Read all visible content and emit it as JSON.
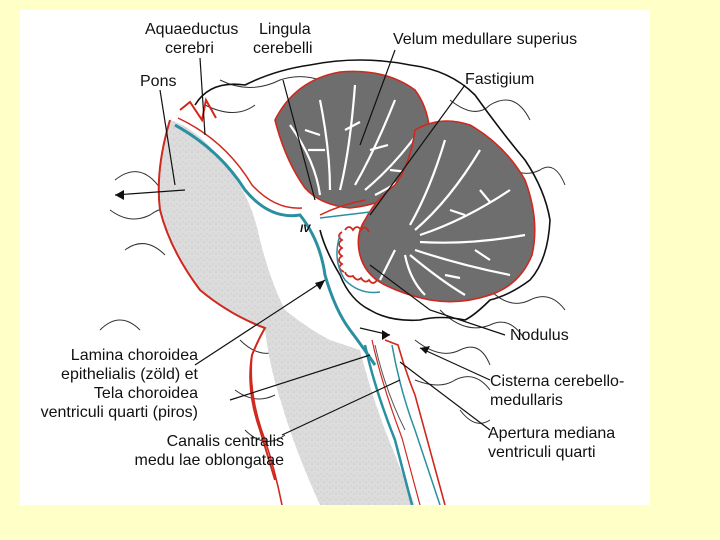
{
  "labels": {
    "aquaeductus": [
      "Aquaeductus",
      "cerebri"
    ],
    "lingula": [
      "Lingula",
      "cerebelli"
    ],
    "velum": "Velum medullare superius",
    "pons": "Pons",
    "fastigium": "Fastigium",
    "ventricle": "IV",
    "nodulus": "Nodulus",
    "lamina": [
      "Lamina choroidea",
      "epithelialis (zöld) et",
      "Tela choroidea",
      "ventriculi quarti (piros)"
    ],
    "canalis": [
      "Canalis centralis",
      "medu lae oblongatae"
    ],
    "cisterna": [
      "Cisterna cerebello-",
      "medullaris"
    ],
    "apertura": [
      "Apertura mediana",
      "ventriculi quarti"
    ]
  },
  "colors": {
    "page_background": "#ffffc8",
    "figure_background": "#ffffff",
    "tissue_gray": "#d9d9d9",
    "cerebellum_gray": "#6e6e6e",
    "pia_red": "#d0281e",
    "choroid_blue": "#2a8fa0",
    "line": "#111111"
  }
}
